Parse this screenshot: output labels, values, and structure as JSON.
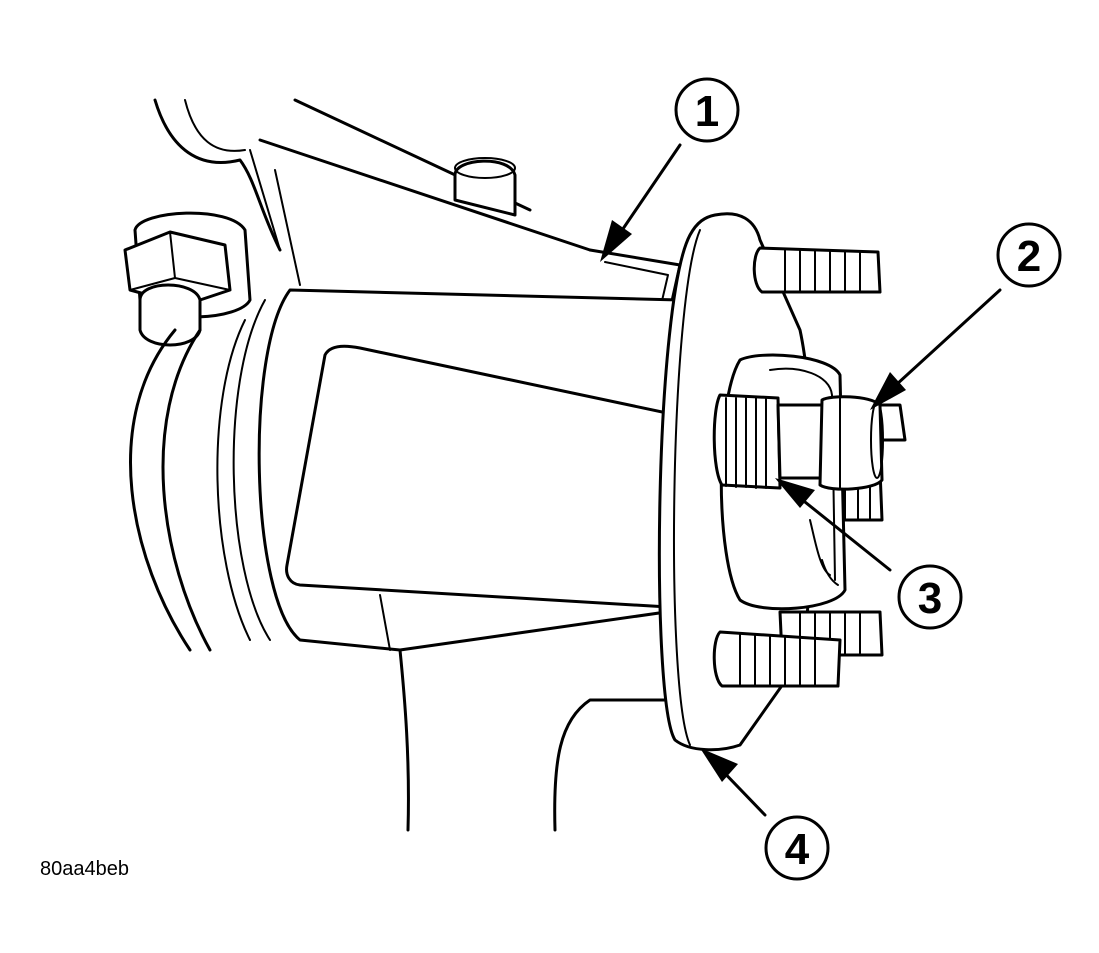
{
  "figure_code": "80aa4beb",
  "callouts": [
    {
      "label": "1"
    },
    {
      "label": "2"
    },
    {
      "label": "3"
    },
    {
      "label": "4"
    }
  ]
}
